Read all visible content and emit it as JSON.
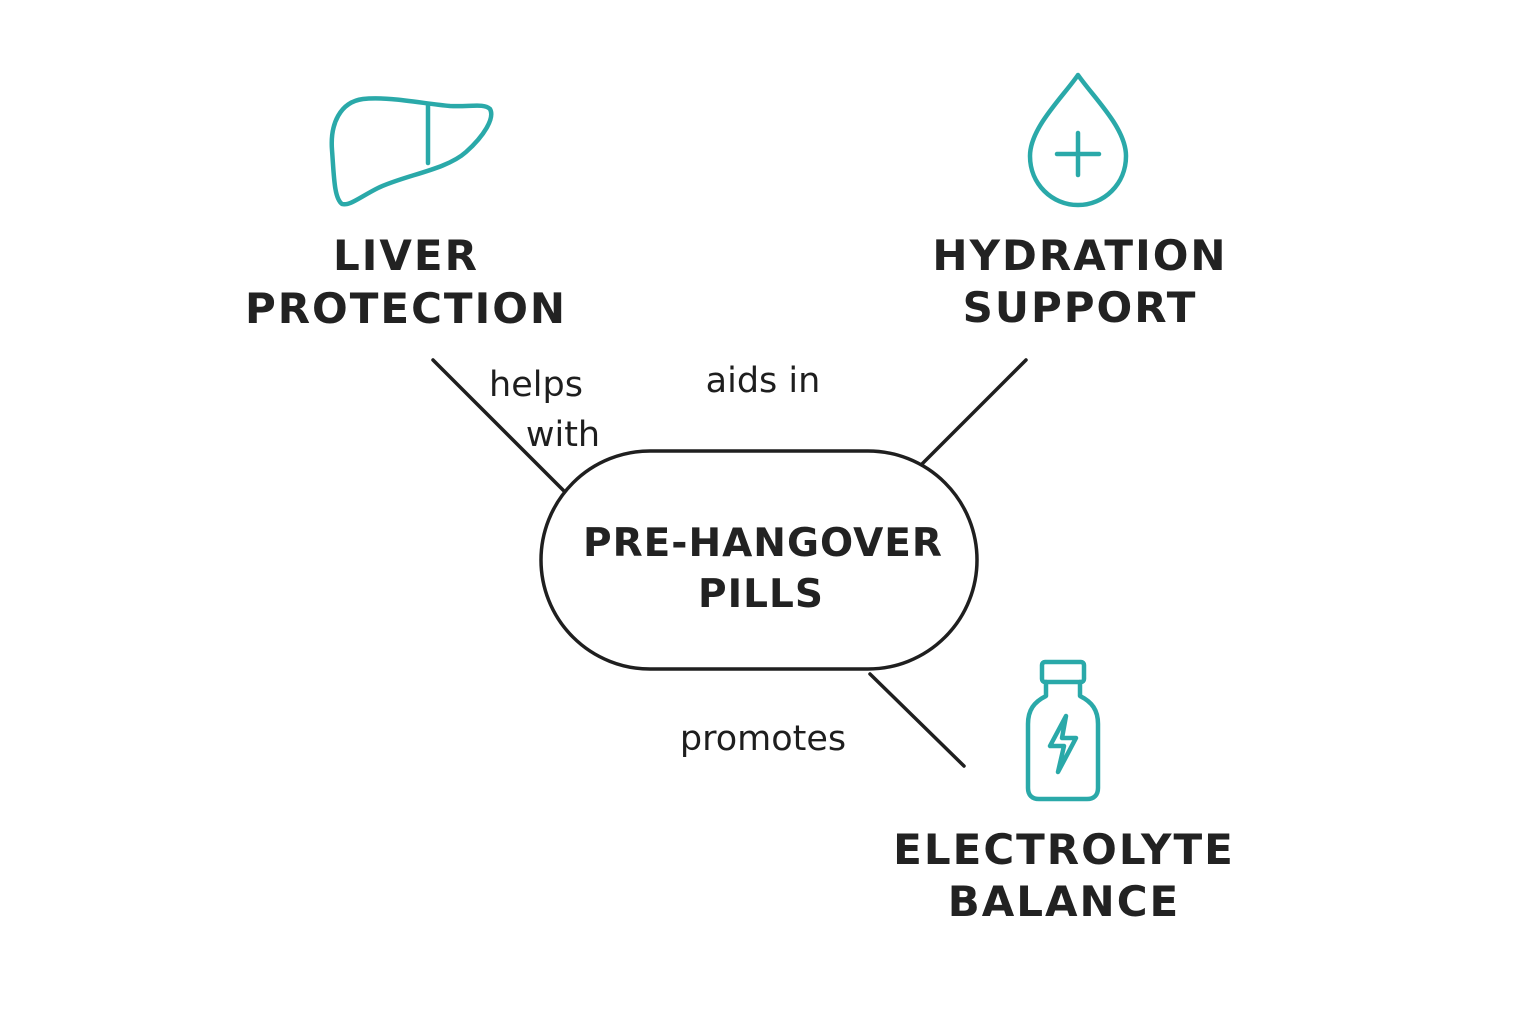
{
  "center": {
    "line1": "PRE-HANGOVER",
    "line2": "PILLS"
  },
  "nodes": {
    "liver": {
      "line1": "LIVER",
      "line2": "PROTECTION",
      "icon": "liver-icon"
    },
    "hydration": {
      "line1": "HYDRATION",
      "line2": "SUPPORT",
      "icon": "water-drop-plus-icon"
    },
    "electrolyte": {
      "line1": "ELECTROLYTE",
      "line2": "BALANCE",
      "icon": "bottle-lightning-icon"
    }
  },
  "edges": {
    "liver": {
      "line1": "helps",
      "line2": "with"
    },
    "hydration": {
      "label": "aids in"
    },
    "electrolyte": {
      "label": "promotes"
    }
  },
  "colors": {
    "accent": "#2aa9a9",
    "text": "#222222",
    "line": "#1f1f1f"
  }
}
